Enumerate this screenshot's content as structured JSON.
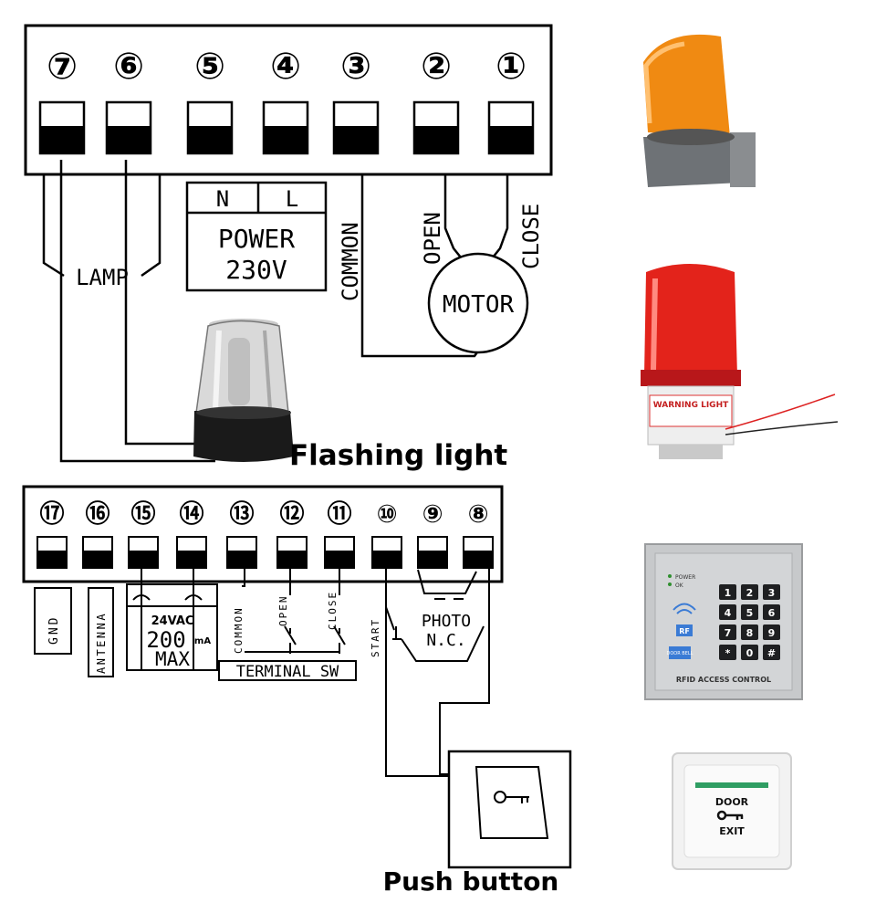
{
  "top_terminals": [
    "⑦",
    "⑥",
    "⑤",
    "④",
    "③",
    "②",
    "①"
  ],
  "bottom_terminals": [
    "⑰",
    "⑯",
    "⑮",
    "⑭",
    "⑬",
    "⑫",
    "⑪",
    "⑩",
    "⑨",
    "⑧"
  ],
  "labels": {
    "lamp": "LAMP",
    "power_n": "N",
    "power_l": "L",
    "power_line1": "POWER",
    "power_line2": "230V",
    "common": "COMMON",
    "open": "OPEN",
    "close": "CLOSE",
    "motor": "MOTOR",
    "gnd": "GND",
    "antenna": "ANTENNA",
    "supply_top": "24VAC",
    "supply_value": "200",
    "supply_unit": "mA",
    "supply_max": "MAX",
    "sw_common": "COMMON",
    "sw_open": "OPEN",
    "sw_close": "CLOSE",
    "terminal_sw": "TERMINAL SW",
    "start": "START",
    "photo_line1": "PHOTO",
    "photo_line2": "N.C.",
    "flashing_light": "Flashing light",
    "push_button": "Push button"
  },
  "product_text": {
    "warning_light": "WARNING LIGHT",
    "keypad_power": "POWER",
    "keypad_ok": "OK",
    "keypad_keys": [
      "1",
      "2",
      "3",
      "4",
      "5",
      "6",
      "7",
      "8",
      "9",
      "*",
      "0",
      "#"
    ],
    "keypad_rf": "RF",
    "keypad_doorbell": "DOOR BELL",
    "keypad_caption": "RFID ACCESS CONTROL",
    "exit_door": "DOOR",
    "exit_exit": "EXIT"
  },
  "colors": {
    "line": "#000000",
    "orange_beacon": "#f08a12",
    "red_beacon": "#e3231b",
    "keypad_body": "#c7c9cb",
    "exit_strip": "#2f9e63"
  }
}
